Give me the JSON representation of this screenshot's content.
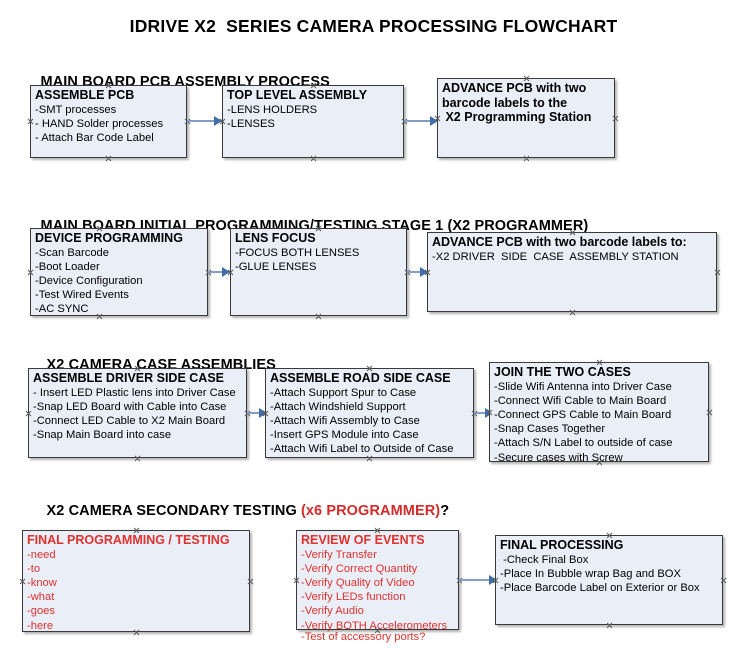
{
  "document": {
    "title": "IDRIVE X2  SERIES CAMERA PROCESSING FLOWCHART"
  },
  "colors": {
    "box_fill": "#e9eef7",
    "box_border": "#3a3a3a",
    "connector": "#7f9fc4",
    "arrowhead": "#3f6ea8",
    "accent_red": "#e0322e",
    "text": "#000000"
  },
  "sections": [
    {
      "id": "main-board-pcb-assembly-process",
      "heading": "MAIN BOARD PCB ASSEMBLY PROCESS",
      "heading_accent": "",
      "heading_tail": "",
      "nodes": [
        {
          "id": "assemble-pcb",
          "title": "ASSEMBLE PCB",
          "lines": [
            "-SMT processes",
            "- HAND Solder processes",
            "- Attach Bar Code Label"
          ]
        },
        {
          "id": "top-level-assembly",
          "title": "TOP LEVEL ASSEMBLY",
          "lines": [
            "-LENS HOLDERS",
            "-LENSES"
          ]
        },
        {
          "id": "advance-pcb-to-x2-programming-station",
          "title": "ADVANCE PCB with two",
          "title_lines": [
            "ADVANCE PCB with two",
            "barcode labels to the",
            " X2 Programming Station"
          ],
          "lines": []
        }
      ]
    },
    {
      "id": "main-board-initial-programming-testing-stage-1",
      "heading": "MAIN BOARD INITIAL PROGRAMMING/TESTING STAGE 1 (X2 PROGRAMMER)",
      "heading_accent": "",
      "heading_tail": "",
      "nodes": [
        {
          "id": "device-programming",
          "title": "DEVICE PROGRAMMING",
          "lines": [
            "-Scan Barcode",
            "-Boot Loader",
            "-Device Configuration",
            "-Test Wired Events",
            "-AC SYNC"
          ]
        },
        {
          "id": "lens-focus",
          "title": "LENS FOCUS",
          "lines": [
            "-FOCUS BOTH LENSES",
            "-GLUE LENSES"
          ]
        },
        {
          "id": "advance-pcb-to-driver-side-case-assembly",
          "title": "ADVANCE PCB with two barcode labels to:",
          "lines": [
            "-X2 DRIVER  SIDE  CASE  ASSEMBLY STATION"
          ]
        }
      ]
    },
    {
      "id": "x2-camera-case-assemblies",
      "heading": "X2 CAMERA CASE ASSEMBLIES",
      "heading_accent": "",
      "heading_tail": "",
      "nodes": [
        {
          "id": "assemble-driver-side-case",
          "title": "ASSEMBLE DRIVER SIDE CASE",
          "lines": [
            "- Insert LED Plastic lens into Driver Case",
            "-Snap LED Board with Cable into Case",
            "-Connect LED Cable to X2 Main Board",
            "-Snap Main Board into case"
          ]
        },
        {
          "id": "assemble-road-side-case",
          "title": "ASSEMBLE ROAD SIDE CASE",
          "lines": [
            "-Attach Support Spur to Case",
            "-Attach Windshield Support",
            "-Attach Wifi Assembly to Case",
            "-Insert GPS Module into Case",
            "-Attach Wifi Label to Outside of Case"
          ]
        },
        {
          "id": "join-the-two-cases",
          "title": "JOIN THE TWO CASES",
          "lines": [
            "-Slide Wifi Antenna into Driver Case",
            "-Connect Wifi Cable to Main Board",
            "-Connect GPS Cable to Main Board",
            "-Snap Cases Together",
            "-Attach S/N Label to outside of case",
            "-Secure cases with Screw"
          ]
        }
      ]
    },
    {
      "id": "x2-camera-secondary-testing",
      "heading": "X2 CAMERA SECONDARY TESTING ",
      "heading_accent": "(x6 PROGRAMMER)",
      "heading_tail": "?",
      "nodes": [
        {
          "id": "final-programming-testing",
          "title": "FINAL PROGRAMMING / TESTING",
          "lines": [
            "-need",
            "-to",
            "-know",
            "-what",
            "-goes",
            "-here"
          ]
        },
        {
          "id": "review-of-events",
          "title": "REVIEW OF EVENTS",
          "lines": [
            "-Verify Transfer",
            "-Verify Correct Quantity",
            "-Verify Quality of Video",
            "-Verify LEDs function",
            "-Verify Audio",
            "-Verify BOTH Accelerometers"
          ],
          "overflow_line": "-Test of accessory ports?"
        },
        {
          "id": "final-processing",
          "title": "FINAL PROCESSING",
          "lines": [
            " -Check Final Box",
            "-Place In Bubble wrap Bag and BOX",
            "-Place Barcode Label on Exterior or Box"
          ]
        }
      ]
    }
  ]
}
